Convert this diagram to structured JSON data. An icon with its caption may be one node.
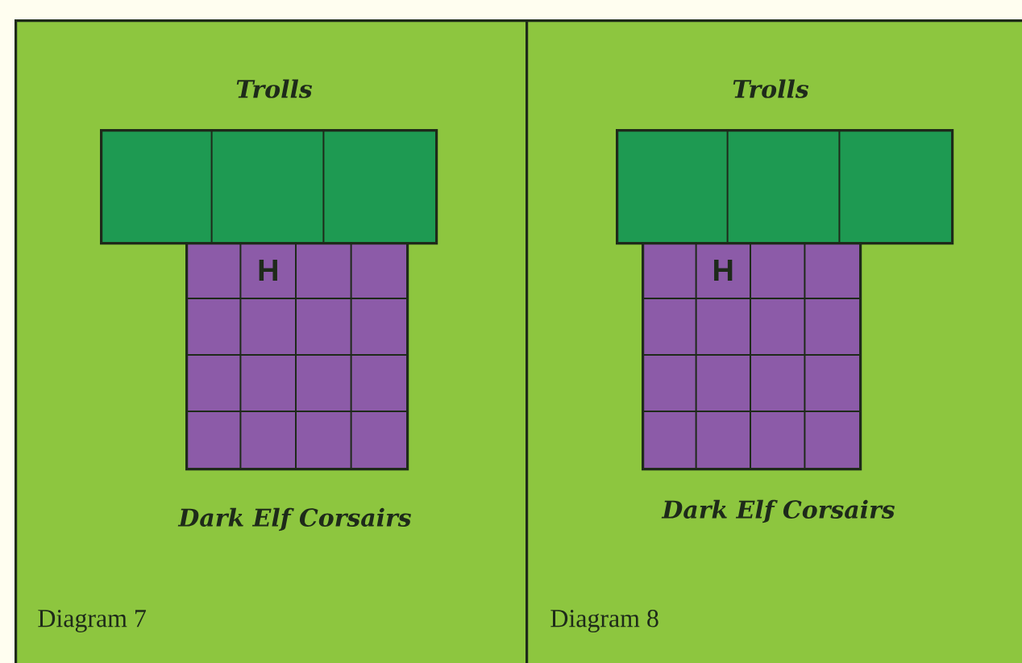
{
  "diagram": {
    "nodes": [
      {
        "text": [
          "Diagram 7"
        ]
      },
      {
        "text": [
          "Trolls"
        ],
        "in": 0
      },
      {
        "text": [
          "H",
          "Dark Elf Corsairs"
        ],
        "in": 0
      },
      {
        "text": [
          "Diagram 8"
        ]
      },
      {
        "text": [
          "Trolls"
        ],
        "in": 3
      },
      {
        "text": [
          "H",
          "Dark Elf Corsairs"
        ],
        "in": 3
      }
    ]
  }
}
